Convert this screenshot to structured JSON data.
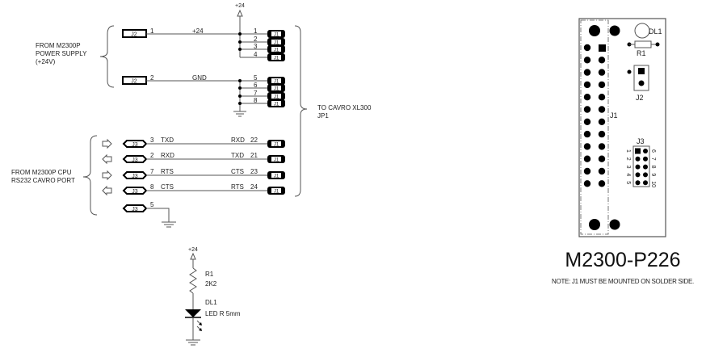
{
  "schematic": {
    "power_group": {
      "label_lines": [
        "FROM M2300P",
        "POWER SUPPLY",
        "(+24V)"
      ],
      "j2_connectors": [
        {
          "ref": "J2",
          "pin": "1",
          "net": "+24"
        },
        {
          "ref": "J2",
          "pin": "2",
          "net": "GND"
        }
      ],
      "supply_label": "+24",
      "j1_power_pins": [
        {
          "pin": "1",
          "ref": "J1"
        },
        {
          "pin": "2",
          "ref": "J1"
        },
        {
          "pin": "3",
          "ref": "J1"
        },
        {
          "pin": "4",
          "ref": "J1"
        }
      ],
      "j1_ground_pins": [
        {
          "pin": "5",
          "ref": "J1"
        },
        {
          "pin": "6",
          "ref": "J1"
        },
        {
          "pin": "7",
          "ref": "J1"
        },
        {
          "pin": "8",
          "ref": "J1"
        }
      ]
    },
    "destination_label_lines": [
      "TO CAVRO XL300",
      "JP1"
    ],
    "serial_group": {
      "label_lines": [
        "FROM M2300P CPU",
        "RS232 CAVRO PORT"
      ],
      "signals": [
        {
          "ref": "J3",
          "pin": "3",
          "name": "TXD",
          "direction": "out",
          "dest_name": "RXD",
          "dest_pin": "22",
          "dest_ref": "J1"
        },
        {
          "ref": "J3",
          "pin": "2",
          "name": "RXD",
          "direction": "in",
          "dest_name": "TXD",
          "dest_pin": "21",
          "dest_ref": "J1"
        },
        {
          "ref": "J3",
          "pin": "7",
          "name": "RTS",
          "direction": "out",
          "dest_name": "CTS",
          "dest_pin": "23",
          "dest_ref": "J1"
        },
        {
          "ref": "J3",
          "pin": "8",
          "name": "CTS",
          "direction": "in",
          "dest_name": "RTS",
          "dest_pin": "24",
          "dest_ref": "J1"
        }
      ],
      "ground": {
        "ref": "J3",
        "pin": "5"
      }
    },
    "led_circuit": {
      "supply_label": "+24",
      "resistor": {
        "ref": "R1",
        "value": "2K2"
      },
      "led": {
        "ref": "DL1",
        "value": "LED R 5mm"
      }
    }
  },
  "board": {
    "title": "M2300-P226",
    "note": "NOTE: J1 MUST BE MOUNTED ON SOLDER SIDE.",
    "labels": {
      "dl1": "DL1",
      "r1": "R1",
      "j2": "J2",
      "j1": "J1",
      "j3": "J3"
    },
    "j3_pin_numbers_left": [
      "1",
      "2",
      "3",
      "4",
      "5"
    ],
    "j3_pin_numbers_right": [
      "6",
      "7",
      "8",
      "9",
      "10"
    ]
  }
}
